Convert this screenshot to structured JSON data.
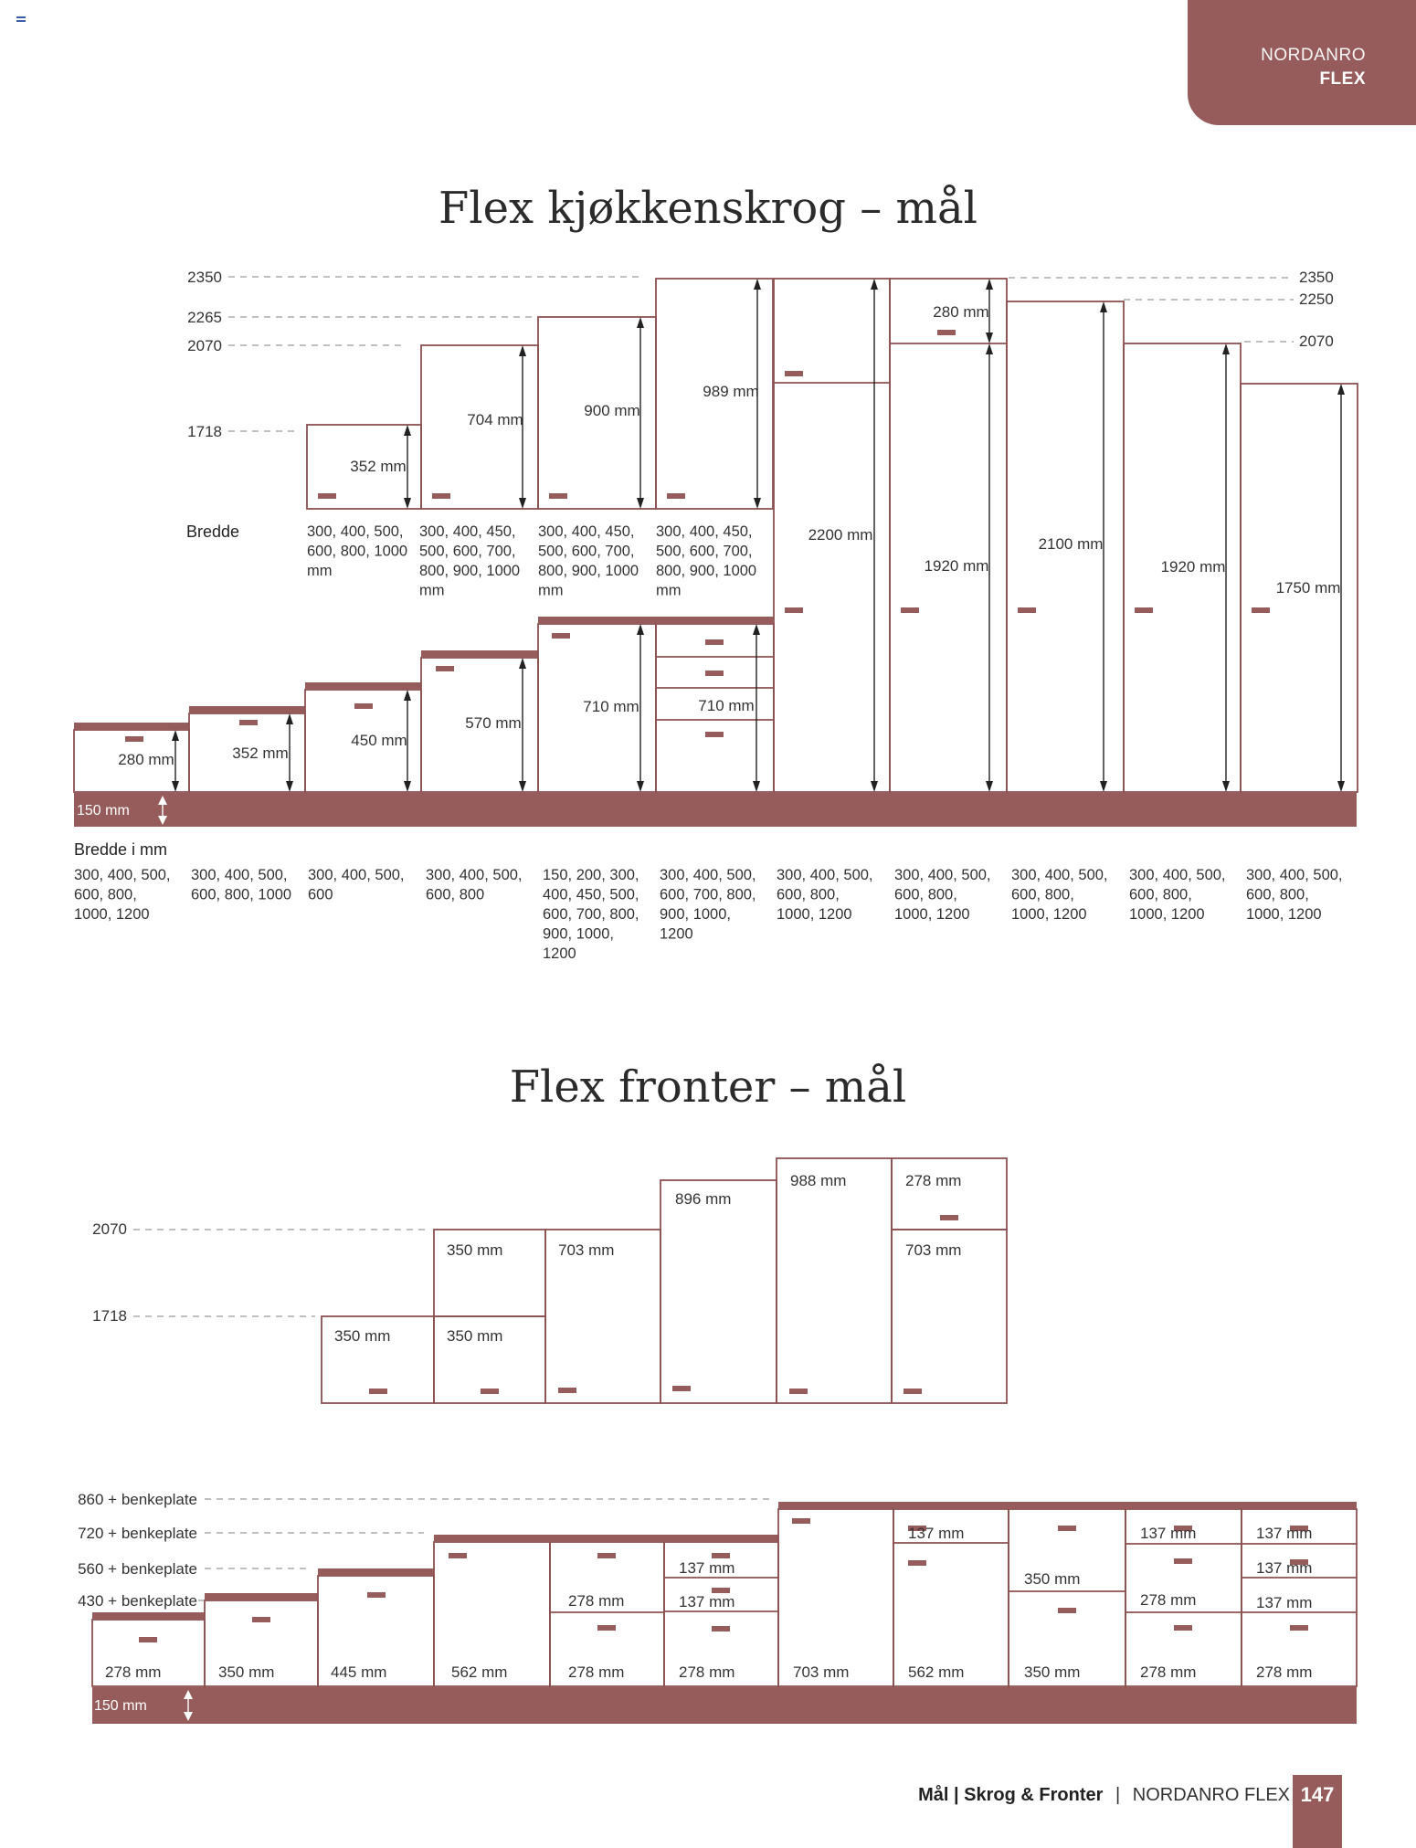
{
  "brand": {
    "line1": "NORDANRO",
    "line2": "FLEX"
  },
  "colors": {
    "accent": "#965b5b",
    "line": "#8c5151",
    "dash": "#9a9a9a",
    "text": "#333333",
    "arrow": "#222222"
  },
  "top": {
    "title": "Flex kjøkkenskrog – mål",
    "levels": [
      "2350",
      "2265",
      "2070",
      "1718"
    ],
    "levels_right": [
      "2350",
      "2250",
      "2070"
    ],
    "bredde_label": "Bredde",
    "upper_widths": [
      "300, 400, 500,|600, 800, 1000|mm",
      "300, 400, 450,|500, 600, 700,|800, 900, 1000|mm",
      "300, 400, 450,|500, 600, 700,|800, 900, 1000|mm",
      "300, 400, 450,|500, 600, 700,|800, 900, 1000|mm"
    ],
    "upper_heights": [
      "352 mm",
      "704 mm",
      "900 mm",
      "989 mm"
    ],
    "tall_heights": [
      "2200 mm",
      "1920 mm",
      "2100 mm",
      "1920 mm",
      "1750 mm"
    ],
    "tall_top": "280 mm",
    "base_heights": [
      "280 mm",
      "352 mm",
      "450 mm",
      "570 mm",
      "710 mm",
      "710 mm"
    ],
    "plinth": "150 mm",
    "bredde_mm": "Bredde i mm",
    "base_widths": [
      "300, 400, 500,|600, 800,|1000, 1200",
      "300, 400, 500,|600, 800, 1000",
      "300, 400, 500,|600",
      "300, 400, 500,|600, 800",
      "150, 200, 300,|400, 450, 500,|600, 700, 800,|900, 1000,|1200",
      "300, 400, 500,|600, 700, 800,|900, 1000,|1200",
      "300, 400, 500,|600, 800,|1000, 1200",
      "300, 400, 500,|600, 800,|1000, 1200",
      "300, 400, 500,|600, 800,|1000, 1200",
      "300, 400, 500,|600, 800,|1000, 1200",
      "300, 400, 500,|600, 800,|1000, 1200"
    ]
  },
  "fronts": {
    "title": "Flex fronter – mål",
    "levels": [
      "2070",
      "1718"
    ],
    "upper": [
      "350 mm",
      "350 mm",
      "350 mm",
      "703 mm",
      "896 mm",
      "988 mm",
      "278 mm",
      "703 mm"
    ],
    "base_levels": [
      "860 + benkeplate",
      "720 + benkeplate",
      "560 + benkeplate",
      "430 + benkeplate"
    ],
    "base": [
      "278 mm",
      "350 mm",
      "445 mm",
      "562 mm",
      "278 mm",
      "278 mm",
      "703 mm",
      "562 mm",
      "350 mm",
      "278 mm",
      "278 mm",
      "278 mm",
      "137 mm",
      "137 mm",
      "137 mm",
      "350 mm",
      "137 mm",
      "278 mm",
      "137 mm",
      "137 mm",
      "137 mm"
    ],
    "plinth": "150 mm"
  },
  "footer": {
    "section": "Mål | Skrog & Fronter",
    "sep": "|",
    "brand": "NORDANRO FLEX",
    "page": "147"
  }
}
